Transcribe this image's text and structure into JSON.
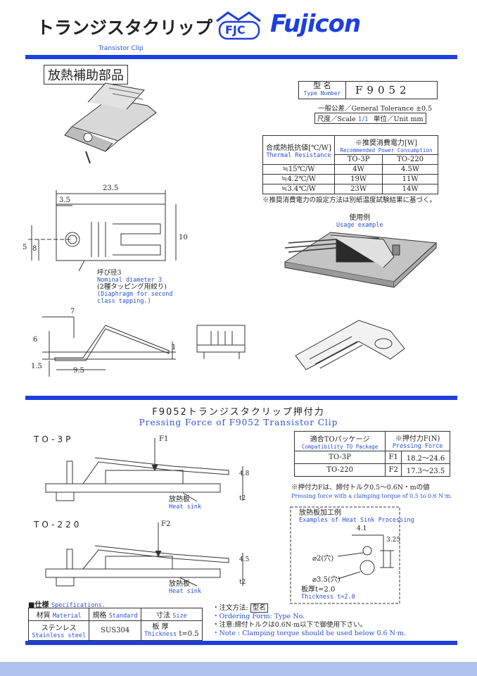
{
  "header": {
    "title": "トランジスタクリップ",
    "badge": "FJC",
    "brand": "Fujicon",
    "subtitle": "Transistor Clip"
  },
  "section1": {
    "heading": "放熱補助部品"
  },
  "type_box": {
    "label_jp": "型 名",
    "label_en": "Type Number",
    "value": "F9052"
  },
  "tolerance": "一般公差／General Tolerance ±0.5",
  "scale": {
    "label": "尺度／Scale",
    "value": "1/1",
    "unit_label": "単位／Unit",
    "unit": "mm"
  },
  "thermal_table": {
    "h1_jp": "合成熱抵抗値[℃/W]",
    "h1_en": "Thermal Resistance",
    "h2_jp": "※推奨消費電力[W]",
    "h2_en": "Recommended Power Consumption",
    "cols": [
      "TO-3P",
      "TO-220"
    ],
    "rows": [
      [
        "≒15℃/W",
        "4W",
        "4.5W"
      ],
      [
        "≒4.2℃/W",
        "19W",
        "11W"
      ],
      [
        "≒3.4℃/W",
        "23W",
        "14W"
      ]
    ],
    "note": "※推奨消費電力の設定方法は別紙温度試験結果に基づく。"
  },
  "drawing_top": {
    "dims": [
      "23.5",
      "3.5",
      "5",
      "8",
      "10"
    ],
    "note1": "呼び径3",
    "note1_en": "Nominal diameter 3",
    "note2": "(2種タッピング用絞り)",
    "note2_en": "(Diaphragm for second class tapping.)"
  },
  "usage": {
    "jp": "使用例",
    "en": "Usage example"
  },
  "drawing_side": {
    "dims": [
      "7",
      "6",
      "1.5",
      "9.5",
      "1"
    ]
  },
  "section2": {
    "title_jp": "F9052トランジスタクリップ押付力",
    "title_en": "Pressing Force of F9052 Transistor Clip"
  },
  "to3p": {
    "label": "TO-3P",
    "force": "F1",
    "dims": [
      "4.8",
      "t2"
    ],
    "hs_jp": "放熱板",
    "hs_en": "Heat sink"
  },
  "to220": {
    "label": "TO-220",
    "force": "F2",
    "dims": [
      "4.5",
      "t2"
    ],
    "hs_jp": "放熱板",
    "hs_en": "Heat sink"
  },
  "force_table": {
    "h1_jp": "適合TOパッケージ",
    "h1_en": "Compatibility TO Package",
    "h2_jp": "※押付力F(N)",
    "h2_en": "Pressing Force",
    "rows": [
      [
        "TO-3P",
        "F1",
        "18.2～24.6"
      ],
      [
        "TO-220",
        "F2",
        "17.3～23.5"
      ]
    ],
    "note_jp": "※押付力Fは、締付トルク0.5～0.6N・mの値",
    "note_en": "Pressing force with a clamping torque of 0.5 to 0.6 N·m."
  },
  "heatsink_example": {
    "title_jp": "放熱板加工例",
    "title_en": "Examples of Heat Sink Processing",
    "dims": [
      "4.1",
      "3.25"
    ],
    "hole1": "⌀2(穴)",
    "hole2": "⌀3.5(穴)",
    "thickness_jp": "板厚t=2.0",
    "thickness_en": "Thickness t=2.0"
  },
  "spec": {
    "heading_jp": "■仕様",
    "heading_en": "Specifications.",
    "cols_jp": [
      "材質",
      "規格",
      "寸法"
    ],
    "cols_en": [
      "Material",
      "Standard",
      "Size"
    ],
    "material_jp": "ステンレス",
    "material_en": "Stainless steel",
    "standard": "SUS304",
    "size_jp": "板 厚",
    "size_en": "Thickness",
    "size_value": "t=0.5"
  },
  "order": {
    "line1_jp": "・注文方法:",
    "line1_tag": "型名",
    "line2": "・Ordering Form: Type No.",
    "line3": "・注意:締付トルクは0.6N·m以下で御使用下さい。",
    "line4": "・Note : Clamping torque should be used below 0.6 N·m."
  }
}
